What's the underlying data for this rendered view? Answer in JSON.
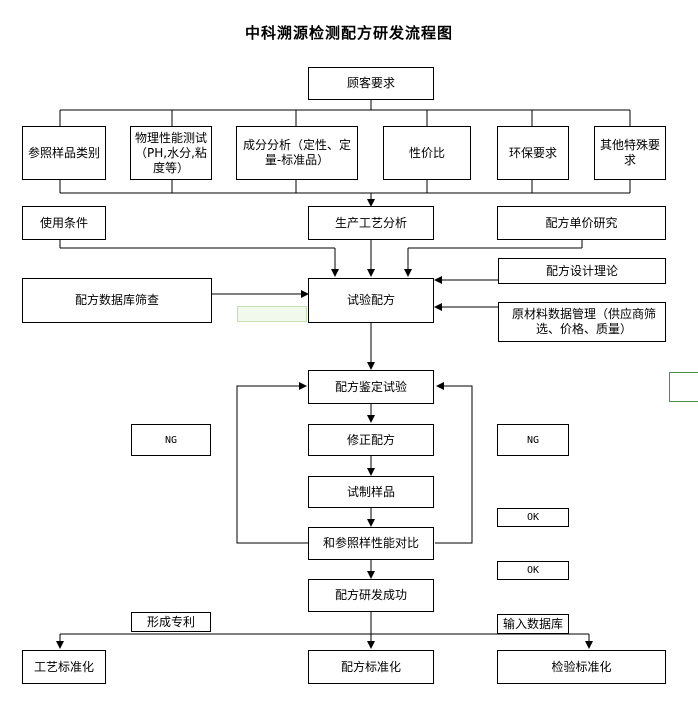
{
  "title": "中科溯源检测配方研发流程图",
  "nodes": {
    "customer": "顾客要求",
    "ref_category": "参照样品类别",
    "phys_test": "物理性能测试（PH,水分,粘度等）",
    "comp_analysis": "成分分析（定性、定量-标准品）",
    "price_ratio": "性价比",
    "eco": "环保要求",
    "other_special": "其他特殊要求",
    "use_conditions": "使用条件",
    "process_analysis": "生产工艺分析",
    "unit_price": "配方单价研究",
    "design_theory": "配方设计理论",
    "db_screen": "配方数据库筛查",
    "trial": "试验配方",
    "raw_material": "原材料数据管理（供应商筛选、价格、质量）",
    "identification": "配方鉴定试验",
    "revise": "修正配方",
    "sample": "试制样品",
    "compare": "和参照样性能对比",
    "success": "配方研发成功",
    "ng_left": "NG",
    "ng_right": "NG",
    "ok_1": "OK",
    "ok_2": "OK",
    "patent": "形成专利",
    "input_db": "输入数据库",
    "proc_std": "工艺标准化",
    "form_std": "配方标准化",
    "test_std": "检验标准化"
  }
}
